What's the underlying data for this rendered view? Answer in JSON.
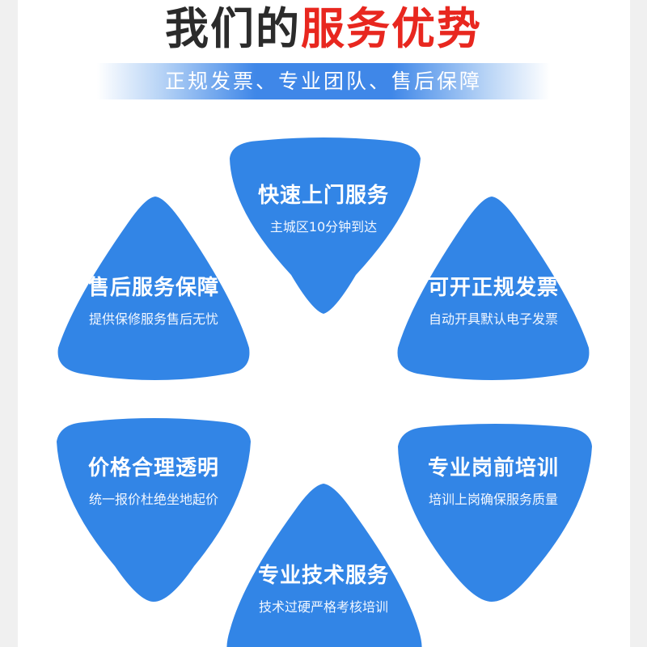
{
  "header": {
    "title_dark": "我们的",
    "title_red": "服务优势",
    "subtitle": "正规发票、专业团队、售后保障"
  },
  "colors": {
    "title_dark": "#2b2b2b",
    "title_red": "#e8271f",
    "card_blue": "#3285e6",
    "banner_blue": "#3f87e8"
  },
  "cards": [
    {
      "title": "快速上门服务",
      "subtitle": "主城区10分钟到达"
    },
    {
      "title": "售后服务保障",
      "subtitle": "提供保修服务售后无忧"
    },
    {
      "title": "可开正规发票",
      "subtitle": "自动开具默认电子发票"
    },
    {
      "title": "价格合理透明",
      "subtitle": "统一报价杜绝坐地起价"
    },
    {
      "title": "专业岗前培训",
      "subtitle": "培训上岗确保服务质量"
    },
    {
      "title": "专业技术服务",
      "subtitle": "技术过硬严格考核培训"
    }
  ]
}
